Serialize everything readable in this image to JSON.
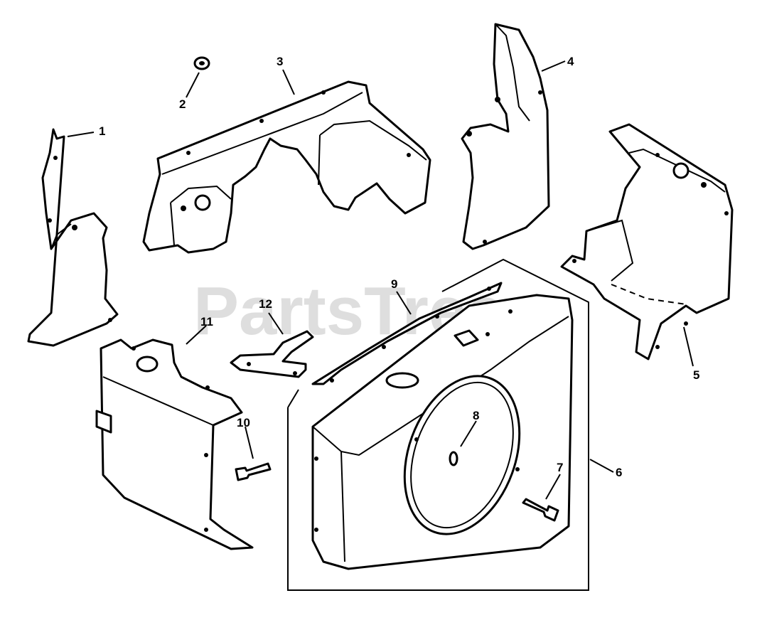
{
  "watermark": "PartsTree",
  "callouts": {
    "p1": "1",
    "p2": "2",
    "p3": "3",
    "p4": "4",
    "p5": "5",
    "p6": "6",
    "p7": "7",
    "p8": "8",
    "p9": "9",
    "p10": "10",
    "p11": "11",
    "p12": "12"
  }
}
